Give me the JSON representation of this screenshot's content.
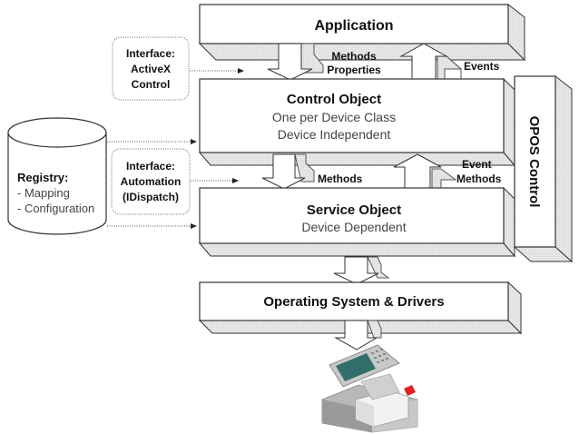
{
  "diagram": {
    "application": {
      "label": "Application"
    },
    "control_object": {
      "title": "Control Object",
      "line1": "One per Device Class",
      "line2": "Device Independent"
    },
    "service_object": {
      "title": "Service Object",
      "line1": "Device Dependent"
    },
    "os_drivers": {
      "label": "Operating System & Drivers"
    },
    "opos_control": {
      "label": "OPOS Control"
    },
    "registry": {
      "title": "Registry:",
      "items": [
        "- Mapping",
        "- Configuration"
      ]
    },
    "interface_activex": {
      "line1": "Interface:",
      "line2": "ActiveX",
      "line3": "Control"
    },
    "interface_automation": {
      "line1": "Interface:",
      "line2": "Automation",
      "line3": "(IDispatch)"
    },
    "flows": {
      "app_to_control": {
        "line1": "Methods",
        "line2": "Properties"
      },
      "control_to_app": "Events",
      "control_to_service": "Methods",
      "service_to_control": {
        "line1": "Event",
        "line2": "Methods"
      }
    },
    "device": {
      "name": "pos-terminal",
      "screen_color": "#336f6a",
      "accent_color": "#e02020"
    },
    "colors": {
      "box_fill": "#ffffff",
      "bevel_fill": "#e6e6e6",
      "stroke": "#333333",
      "dotted": "#555555"
    }
  }
}
